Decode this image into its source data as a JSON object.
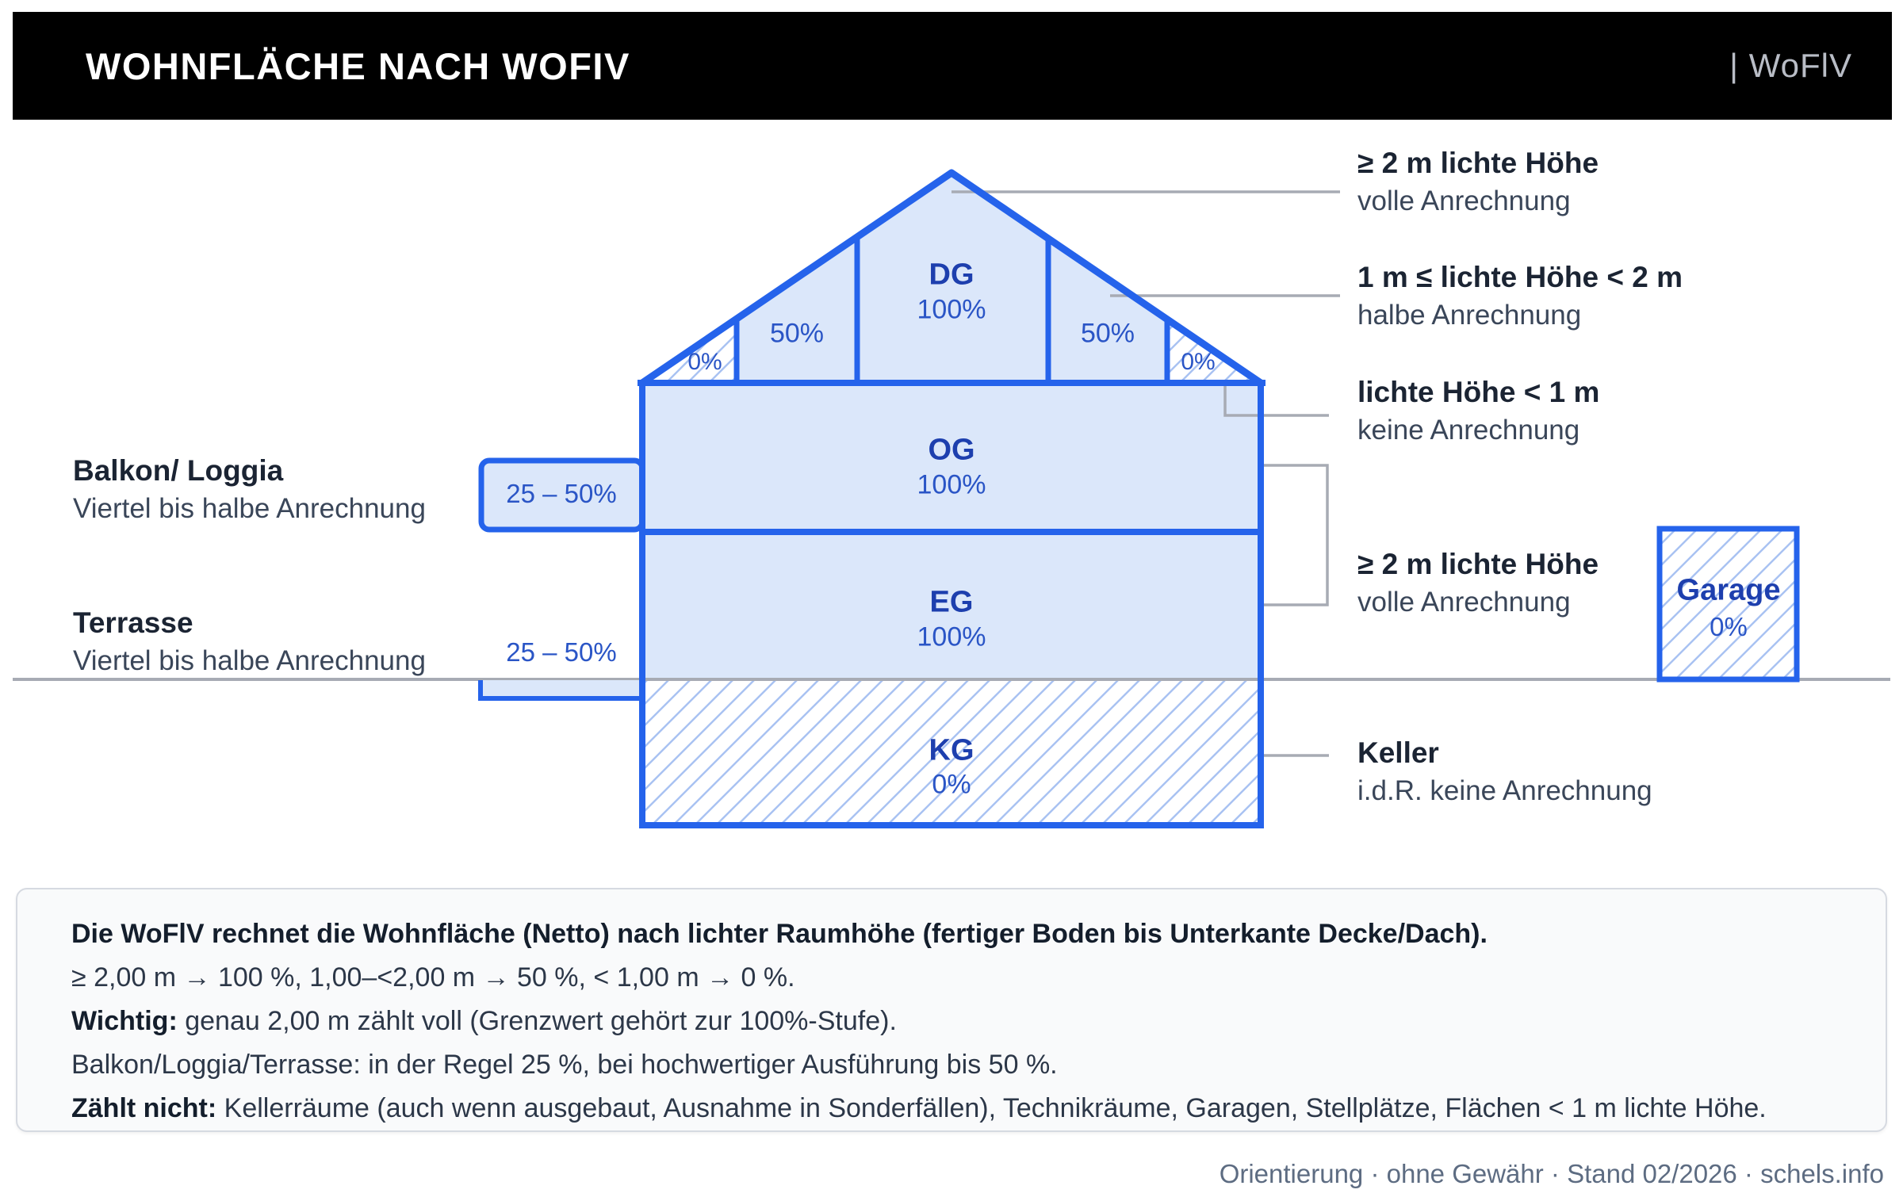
{
  "header": {
    "title": "WOHNFLÄCHE NACH WOFIV",
    "brand": "| WoFlV"
  },
  "colors": {
    "structure_blue": "#2563eb",
    "fill_light_blue": "#dbe7fa",
    "hatch_blue": "#a9c2f2",
    "floor_label_blue": "#1d3fae",
    "percent_blue": "#2a55c6",
    "callout_gray": "#a7abb4",
    "text_dark": "#1b2433",
    "header_bg": "#000000"
  },
  "house": {
    "floors": [
      {
        "id": "dg",
        "label": "DG",
        "value": "100%"
      },
      {
        "id": "og",
        "label": "OG",
        "value": "100%"
      },
      {
        "id": "eg",
        "label": "EG",
        "value": "100%"
      },
      {
        "id": "kg",
        "label": "KG",
        "value": "0%"
      }
    ],
    "roof_zones": {
      "left_zero": "0%",
      "left_half": "50%",
      "right_half": "50%",
      "right_zero": "0%"
    },
    "garage": {
      "label": "Garage",
      "value": "0%"
    }
  },
  "left_annotations": [
    {
      "title": "Balkon/ Loggia",
      "subtitle": "Viertel bis halbe Anrechnung",
      "badge": "25 – 50%"
    },
    {
      "title": "Terrasse",
      "subtitle": "Viertel bis halbe Anrechnung",
      "badge": "25 – 50%"
    }
  ],
  "right_annotations": [
    {
      "title": "≥ 2 m lichte Höhe",
      "subtitle": "volle Anrechnung"
    },
    {
      "title": "1 m ≤ lichte Höhe < 2 m",
      "subtitle": "halbe Anrechnung"
    },
    {
      "title": "lichte Höhe < 1 m",
      "subtitle": "keine Anrechnung"
    },
    {
      "title": "≥ 2 m lichte Höhe",
      "subtitle": "volle Anrechnung"
    },
    {
      "title": "Keller",
      "subtitle": "i.d.R. keine Anrechnung"
    }
  ],
  "info_box": {
    "lines": [
      {
        "lead": "Die WoFlV rechnet die Wohnfläche (Netto) nach lichter Raumhöhe (fertiger Boden bis Unterkante Decke/Dach).",
        "rest": ""
      },
      {
        "lead": "",
        "rest": "≥ 2,00 m → 100 %, 1,00–<2,00 m → 50 %, < 1,00 m → 0 %."
      },
      {
        "lead": "Wichtig:",
        "rest": " genau 2,00 m zählt voll (Grenzwert gehört zur 100%-Stufe)."
      },
      {
        "lead": "",
        "rest": "Balkon/Loggia/Terrasse: in der Regel 25 %, bei hochwertiger Ausführung bis 50 %."
      },
      {
        "lead": "Zählt nicht:",
        "rest": " Kellerräume (auch wenn ausgebaut, Ausnahme in Sonderfällen), Technikräume, Garagen, Stellplätze, Flächen < 1 m lichte Höhe."
      }
    ]
  },
  "footer": {
    "text": "Orientierung · ohne Gewähr · Stand 02/2026 · schels.info"
  }
}
